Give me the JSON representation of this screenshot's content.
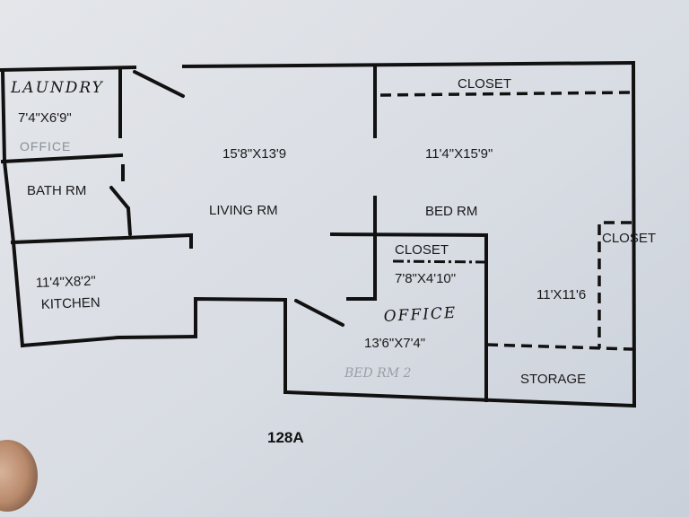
{
  "labels": {
    "laundry": "LAUNDRY",
    "laundry_dim": "7'4\"X6'9\"",
    "office_faint": "OFFICE",
    "bath": "BATH RM",
    "kitchen_dim": "11'4\"X8'2\"",
    "kitchen": "KITCHEN",
    "living_dim": "15'8\"X13'9",
    "living": "LIVING RM",
    "closet_top": "CLOSET",
    "bed_dim": "11'4\"X15'9\"",
    "bed": "BED RM",
    "closet_mid": "CLOSET",
    "closet_mid_dim": "7'8\"X4'10\"",
    "closet_right": "CLOSET",
    "room_right_dim": "11'X11'6",
    "office": "OFFICE",
    "office_dim": "13'6\"X7'4\"",
    "office_faint2": "BED RM 2",
    "storage": "STORAGE",
    "unit": "128A"
  },
  "colors": {
    "paper": "#d9dde4",
    "ink": "#111111",
    "finger": "#c9a184"
  }
}
